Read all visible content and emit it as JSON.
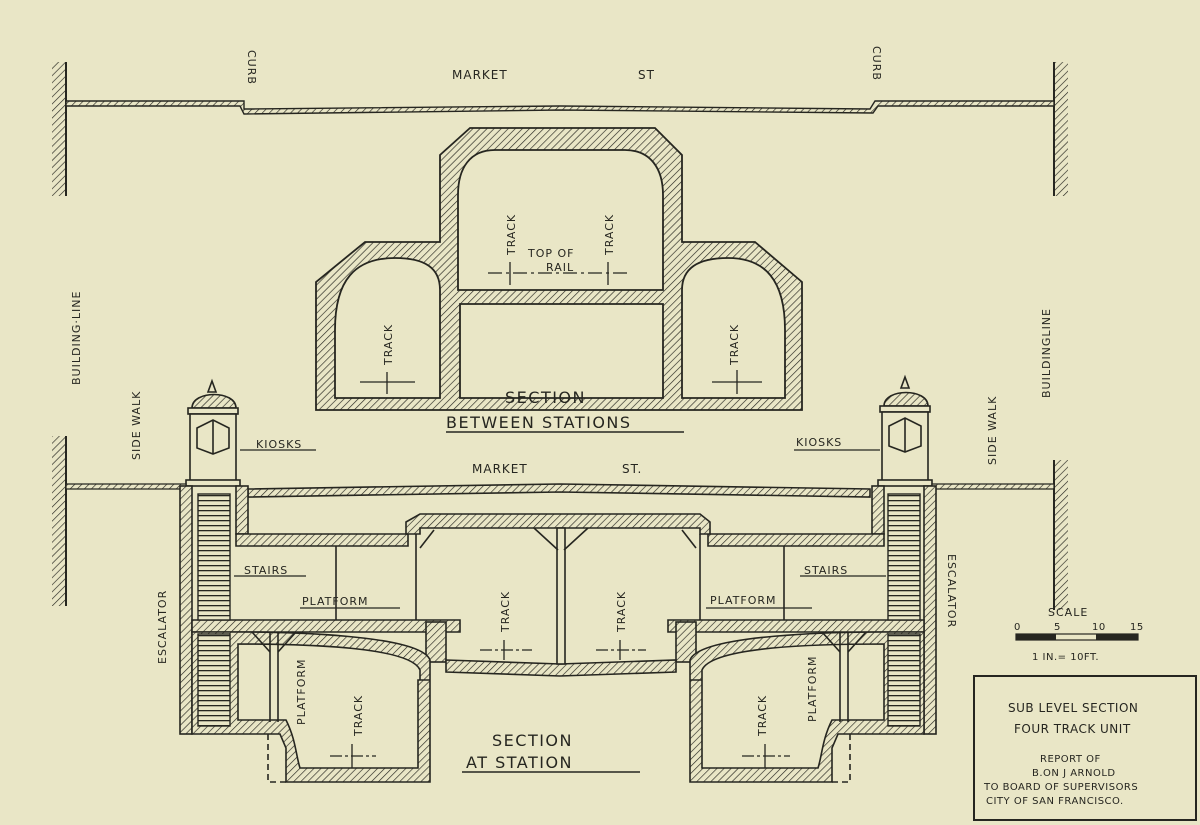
{
  "top_section": {
    "street": [
      "MARKET",
      "ST"
    ],
    "curb_left": "CURB",
    "curb_right": "CURB",
    "track_labels": [
      "TRACK",
      "TRACK",
      "TRACK",
      "TRACK"
    ],
    "rail_label": [
      "TOP OF",
      "RAIL"
    ],
    "title": [
      "SECTION",
      "BETWEEN STATIONS"
    ]
  },
  "side_labels": {
    "building_left": "BUILDING·LINE",
    "building_right": "BUILDINGLINE",
    "sidewalk_left": "SIDE WALK",
    "sidewalk_right": "SIDE WALK"
  },
  "bottom_section": {
    "street": [
      "MARKET",
      "ST."
    ],
    "kiosks_left": "KIOSKS",
    "kiosks_right": "KIOSKS",
    "stairs_left": "STAIRS",
    "stairs_right": "STAIRS",
    "platform_left": "PLATFORM",
    "platform_right": "PLATFORM",
    "escalator_left": "ESCALATOR",
    "escalator_right": "ESCALATOR",
    "platform_vert_left": "PLATFORM",
    "platform_vert_right": "PLATFORM",
    "track_labels": [
      "TRACK",
      "TRACK",
      "TRACK",
      "TRACK"
    ],
    "title": [
      "SECTION",
      "AT STATION"
    ]
  },
  "scale": {
    "title": "SCALE",
    "ticks": [
      "0",
      "5",
      "10",
      "15"
    ],
    "note": "1 IN.= 10FT."
  },
  "title_block": {
    "line1": "SUB LEVEL SECTION",
    "line2": "FOUR TRACK UNIT",
    "line3": "REPORT OF",
    "line4": "B.ON J ARNOLD",
    "line5": "TO BOARD OF SUPERVISORS",
    "line6": "CITY OF SAN FRANCISCO."
  },
  "colors": {
    "paper": "#e9e6c6",
    "ink": "#262620"
  }
}
